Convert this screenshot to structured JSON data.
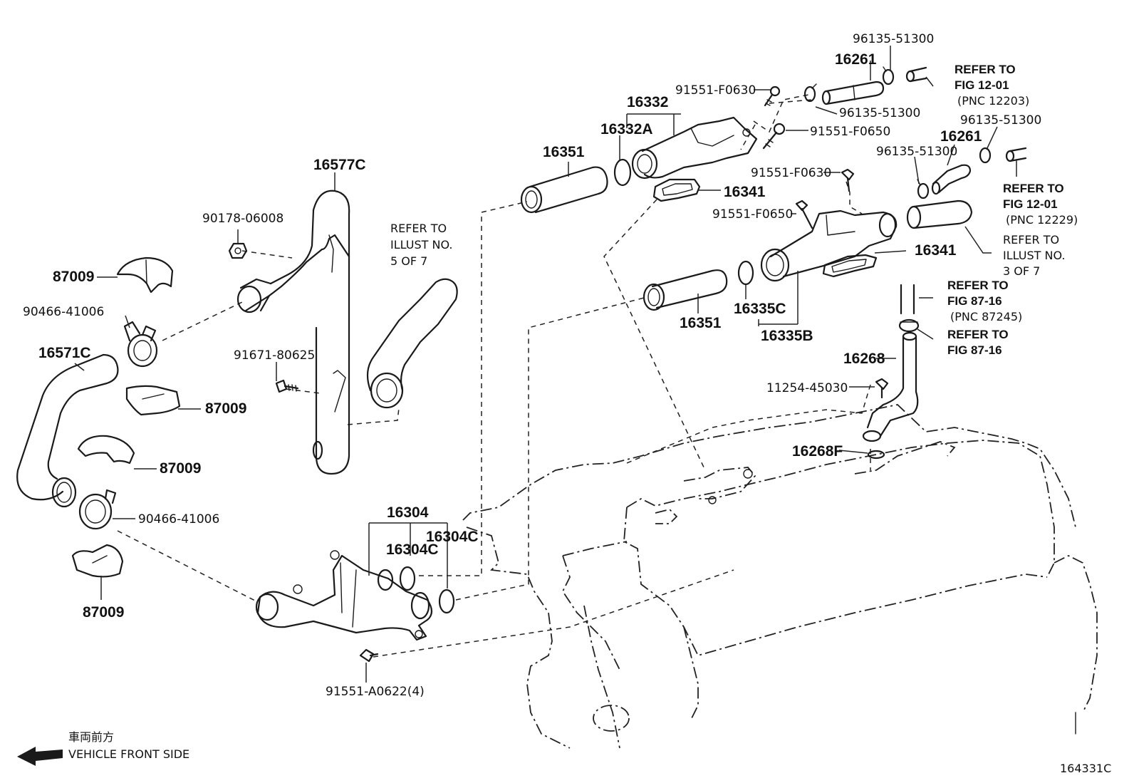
{
  "diagram": {
    "code": "164331C",
    "front": {
      "jp": "車両前方",
      "en": "VEHICLE FRONT SIDE"
    },
    "labels": {
      "p16577C": "16577C",
      "p90178": "90178-06008",
      "p87009_1": "87009",
      "p90466_1": "90466-41006",
      "p16571C": "16571C",
      "p87009_2": "87009",
      "p91671": "91671-80625",
      "p87009_3": "87009",
      "p90466_2": "90466-41006",
      "p87009_4": "87009",
      "p16304": "16304",
      "p16304C_1": "16304C",
      "p16304C_2": "16304C",
      "p91551_A0622": "91551-A0622(4)",
      "p16351_1": "16351",
      "p16332": "16332",
      "p16332A": "16332A",
      "p91551_F0630_1": "91551-F0630",
      "p16261_1": "16261",
      "p96135_1": "96135-51300",
      "p96135_2": "96135-51300",
      "p91551_F0650_1": "91551-F0650",
      "p16341_1": "16341",
      "p96135_3": "96135-51300",
      "p16261_2": "16261",
      "p96135_4": "96135-51300",
      "p91551_F0630_2": "91551-F0630",
      "p91551_F0650_2": "91551-F0650",
      "p16341_2": "16341",
      "p16351_2": "16351",
      "p16335C": "16335C",
      "p16335B": "16335B",
      "p16268": "16268",
      "p11254": "11254-45030",
      "p16268F": "16268F"
    },
    "refs": {
      "illust5": [
        "REFER TO",
        "ILLUST NO.",
        "5 OF 7"
      ],
      "fig12_01a": [
        "REFER TO",
        "FIG 12-01",
        "(PNC 12203)"
      ],
      "fig12_01b": [
        "REFER TO",
        "FIG 12-01",
        "(PNC 12229)"
      ],
      "illust3": [
        "REFER TO",
        "ILLUST NO.",
        "3 OF 7"
      ],
      "fig87_16a": [
        "REFER TO",
        "FIG 87-16",
        "(PNC 87245)"
      ],
      "fig87_16b": [
        "REFER TO",
        "FIG 87-16"
      ]
    }
  }
}
